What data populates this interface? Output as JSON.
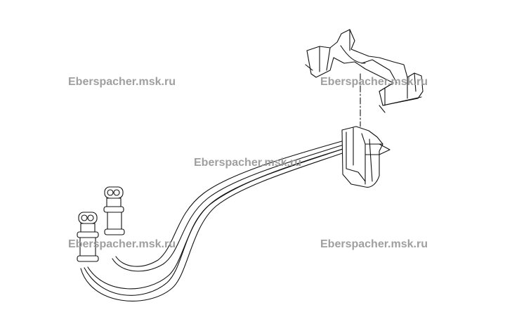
{
  "watermarks": [
    "Eberspacher.msk.ru",
    "Eberspacher.msk.ru",
    "Eberspacher.msk.ru",
    "Eberspacher.msk.ru",
    "Eberspacher.msk.ru"
  ],
  "colors": {
    "line": "#111111",
    "watermark": "#9a9a9a",
    "background": "#ffffff"
  }
}
